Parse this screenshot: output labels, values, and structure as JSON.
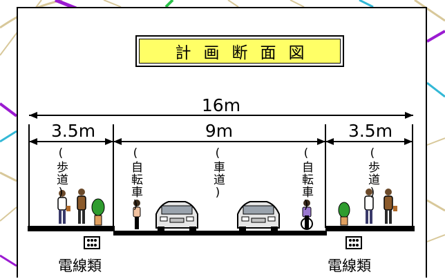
{
  "title": "計画断面図",
  "dimensions": {
    "total": "16m",
    "left_sidewalk": "3.5m",
    "roadway": "9m",
    "right_sidewalk": "3.5m"
  },
  "lanes": {
    "left_sidewalk": "(歩道)",
    "left_bike": "(自転車)",
    "roadway": "(車道)",
    "right_bike": "(自転車)",
    "right_sidewalk": "(歩道)"
  },
  "utility_label": "電線類",
  "colors": {
    "title_fill": "#ffff66",
    "map_purple": "#9b1bd1",
    "map_cyan": "#33b8d6",
    "map_tan": "#d8c89a",
    "tree_green": "#2f9c2f"
  }
}
